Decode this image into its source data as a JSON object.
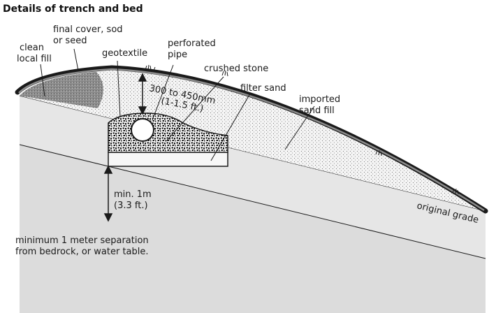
{
  "title": "Details of trench and bed",
  "labels": {
    "final_cover_1": "final cover, sod",
    "final_cover_2": "or seed",
    "clean_1": "clean",
    "clean_2": "local fill",
    "geotextile": "geotextile",
    "perforated_1": "perforated",
    "perforated_2": "pipe",
    "crushed_stone": "crushed stone",
    "depth_1": "300 to 450mm",
    "depth_2": "(1-1.5 ft.)",
    "filter_sand": "filter sand",
    "imported_1": "imported",
    "imported_2": "sand fill",
    "original_grade": "original grade",
    "min_1": "min. 1m",
    "min_2": "(3.3 ft.)",
    "separation_1": "minimum 1 meter separation",
    "separation_2": "from bedrock, or water table."
  },
  "colors": {
    "ground": "#e6e6e6",
    "fill": "#f4f4f4",
    "outline": "#1a1a1a",
    "clean_fill": "#9a9a9a"
  }
}
